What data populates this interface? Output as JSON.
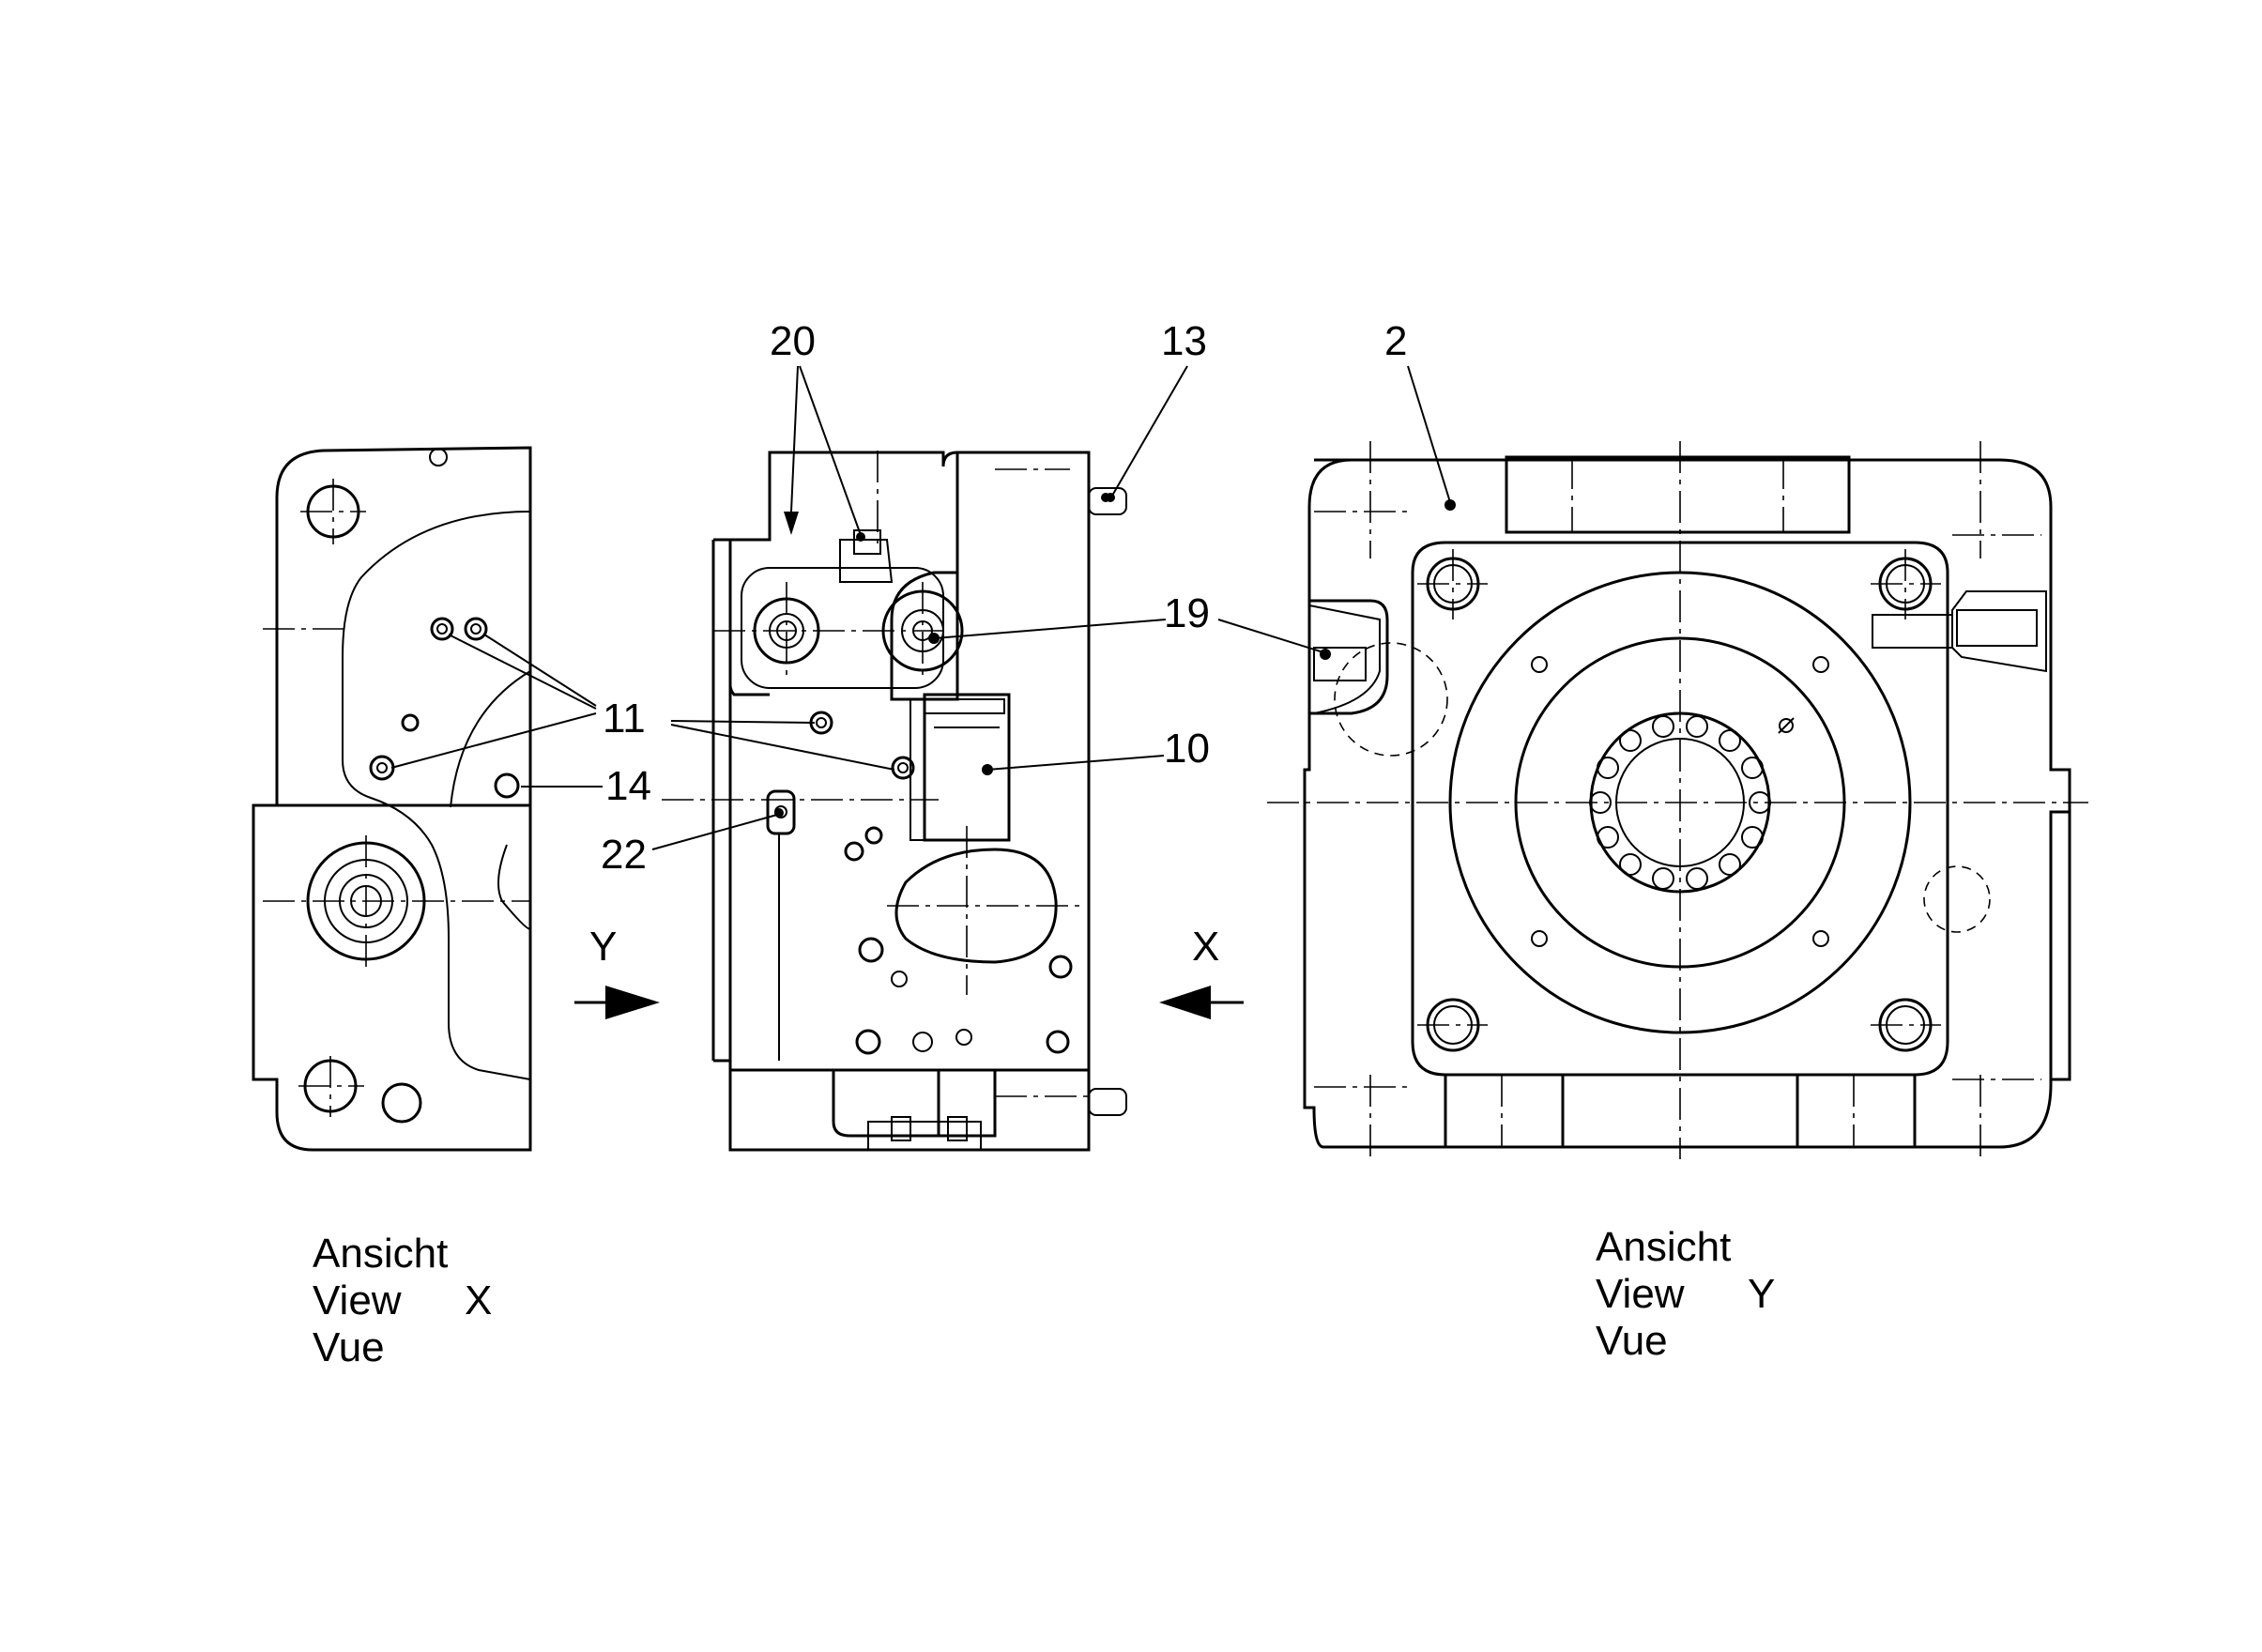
{
  "callouts": {
    "c20": "20",
    "c13": "13",
    "c2": "2",
    "c19": "19",
    "c11": "11",
    "c10": "10",
    "c14": "14",
    "c22": "22"
  },
  "view_markers": {
    "y_arrow": "Y",
    "x_arrow": "X"
  },
  "captions": {
    "left": {
      "line1": "Ansicht",
      "line2": "View",
      "letter": "X",
      "line3": "Vue"
    },
    "right": {
      "line1": "Ansicht",
      "line2": "View",
      "letter": "Y",
      "line3": "Vue"
    }
  },
  "style": {
    "line_color": "#000000",
    "background": "#ffffff"
  }
}
